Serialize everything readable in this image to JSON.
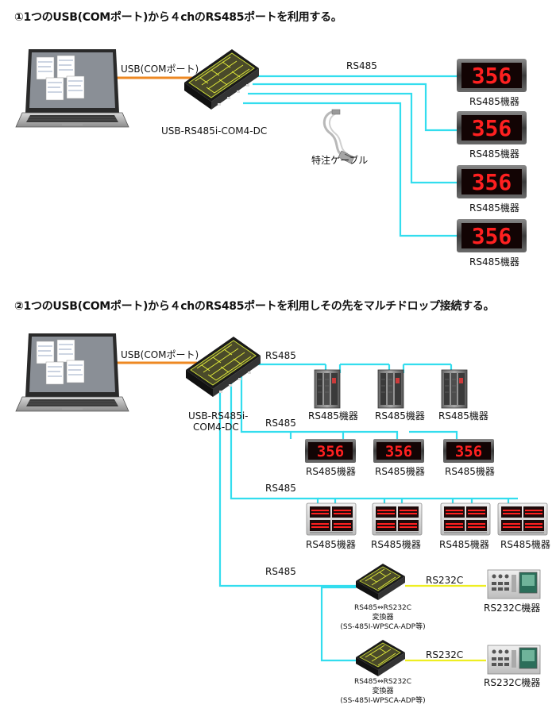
{
  "section1": {
    "heading": "①1つのUSB(COMポート)から４chのRS485ポートを利用する。",
    "usb_label": "USB(COMポート)",
    "rs485_label": "RS485",
    "converter_label": "USB-RS485i-COM4-DC",
    "cable_label": "特注ケーブル",
    "display_value": "356",
    "devices": [
      "RS485機器",
      "RS485機器",
      "RS485機器",
      "RS485機器"
    ]
  },
  "section2": {
    "heading": "②1つのUSB(COMポート)から４chのRS485ポートを利用しその先をマルチドロップ接続する。",
    "usb_label": "USB(COMポート)",
    "converter_label_line1": "USB-RS485i-",
    "converter_label_line2": "COM4-DC",
    "display_value": "356",
    "rows": [
      {
        "bus_label": "RS485",
        "devices": [
          "RS485機器",
          "RS485機器",
          "RS485機器"
        ]
      },
      {
        "bus_label": "RS485",
        "devices": [
          "RS485機器",
          "RS485機器",
          "RS485機器"
        ]
      },
      {
        "bus_label": "RS485",
        "devices": [
          "RS485機器",
          "RS485機器",
          "RS485機器",
          "RS485機器"
        ]
      },
      {
        "bus_label": "RS485"
      }
    ],
    "rs232_label": "RS232C",
    "rs232_converters": [
      {
        "line1": "RS485⇔RS232C",
        "line2": "変換器",
        "line3": "(SS-485I-WPSCA-ADP等)",
        "device": "RS232C機器"
      },
      {
        "line1": "RS485⇔RS232C",
        "line2": "変換器",
        "line3": "(SS-485I-WPSCA-ADP等)",
        "device": "RS232C機器"
      }
    ]
  },
  "colors": {
    "rs485_line": "#33ddee",
    "usb_line": "#ee8822",
    "rs232_line": "#eeee22",
    "led_red": "#ff2020"
  }
}
